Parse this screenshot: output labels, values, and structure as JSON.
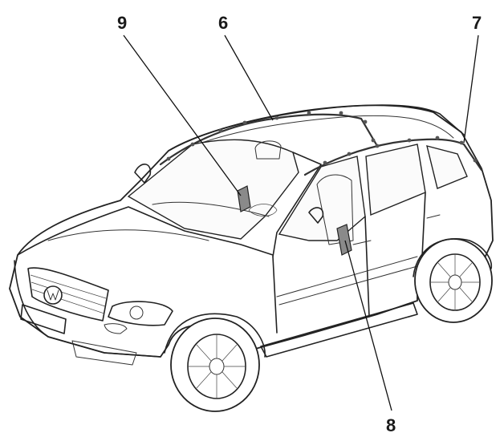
{
  "figure": {
    "callouts": [
      {
        "id": "9",
        "label": "9"
      },
      {
        "id": "6",
        "label": "6"
      },
      {
        "id": "7",
        "label": "7"
      },
      {
        "id": "8",
        "label": "8"
      }
    ],
    "colors": {
      "line": "#222222",
      "airbag_shade": "#8a8a8a",
      "background": "#ffffff"
    }
  }
}
